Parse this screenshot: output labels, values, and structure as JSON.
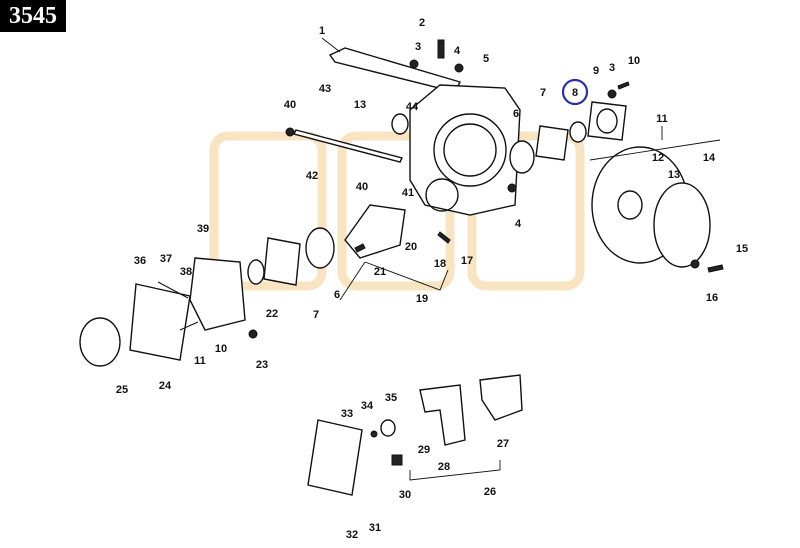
{
  "figure_number": "3545",
  "highlight_color": "#2b2fa8",
  "highlighted_label": "8",
  "callouts": [
    "1",
    "2",
    "3",
    "4",
    "5",
    "43",
    "13",
    "44",
    "40",
    "42",
    "40",
    "41",
    "6",
    "7",
    "8",
    "9",
    "3",
    "10",
    "11",
    "12",
    "13",
    "14",
    "4",
    "20",
    "21",
    "18",
    "17",
    "19",
    "6",
    "7",
    "22",
    "39",
    "36",
    "37",
    "38",
    "11",
    "10",
    "23",
    "24",
    "25",
    "15",
    "16",
    "35",
    "34",
    "33",
    "29",
    "28",
    "27",
    "26",
    "30",
    "31",
    "32"
  ]
}
